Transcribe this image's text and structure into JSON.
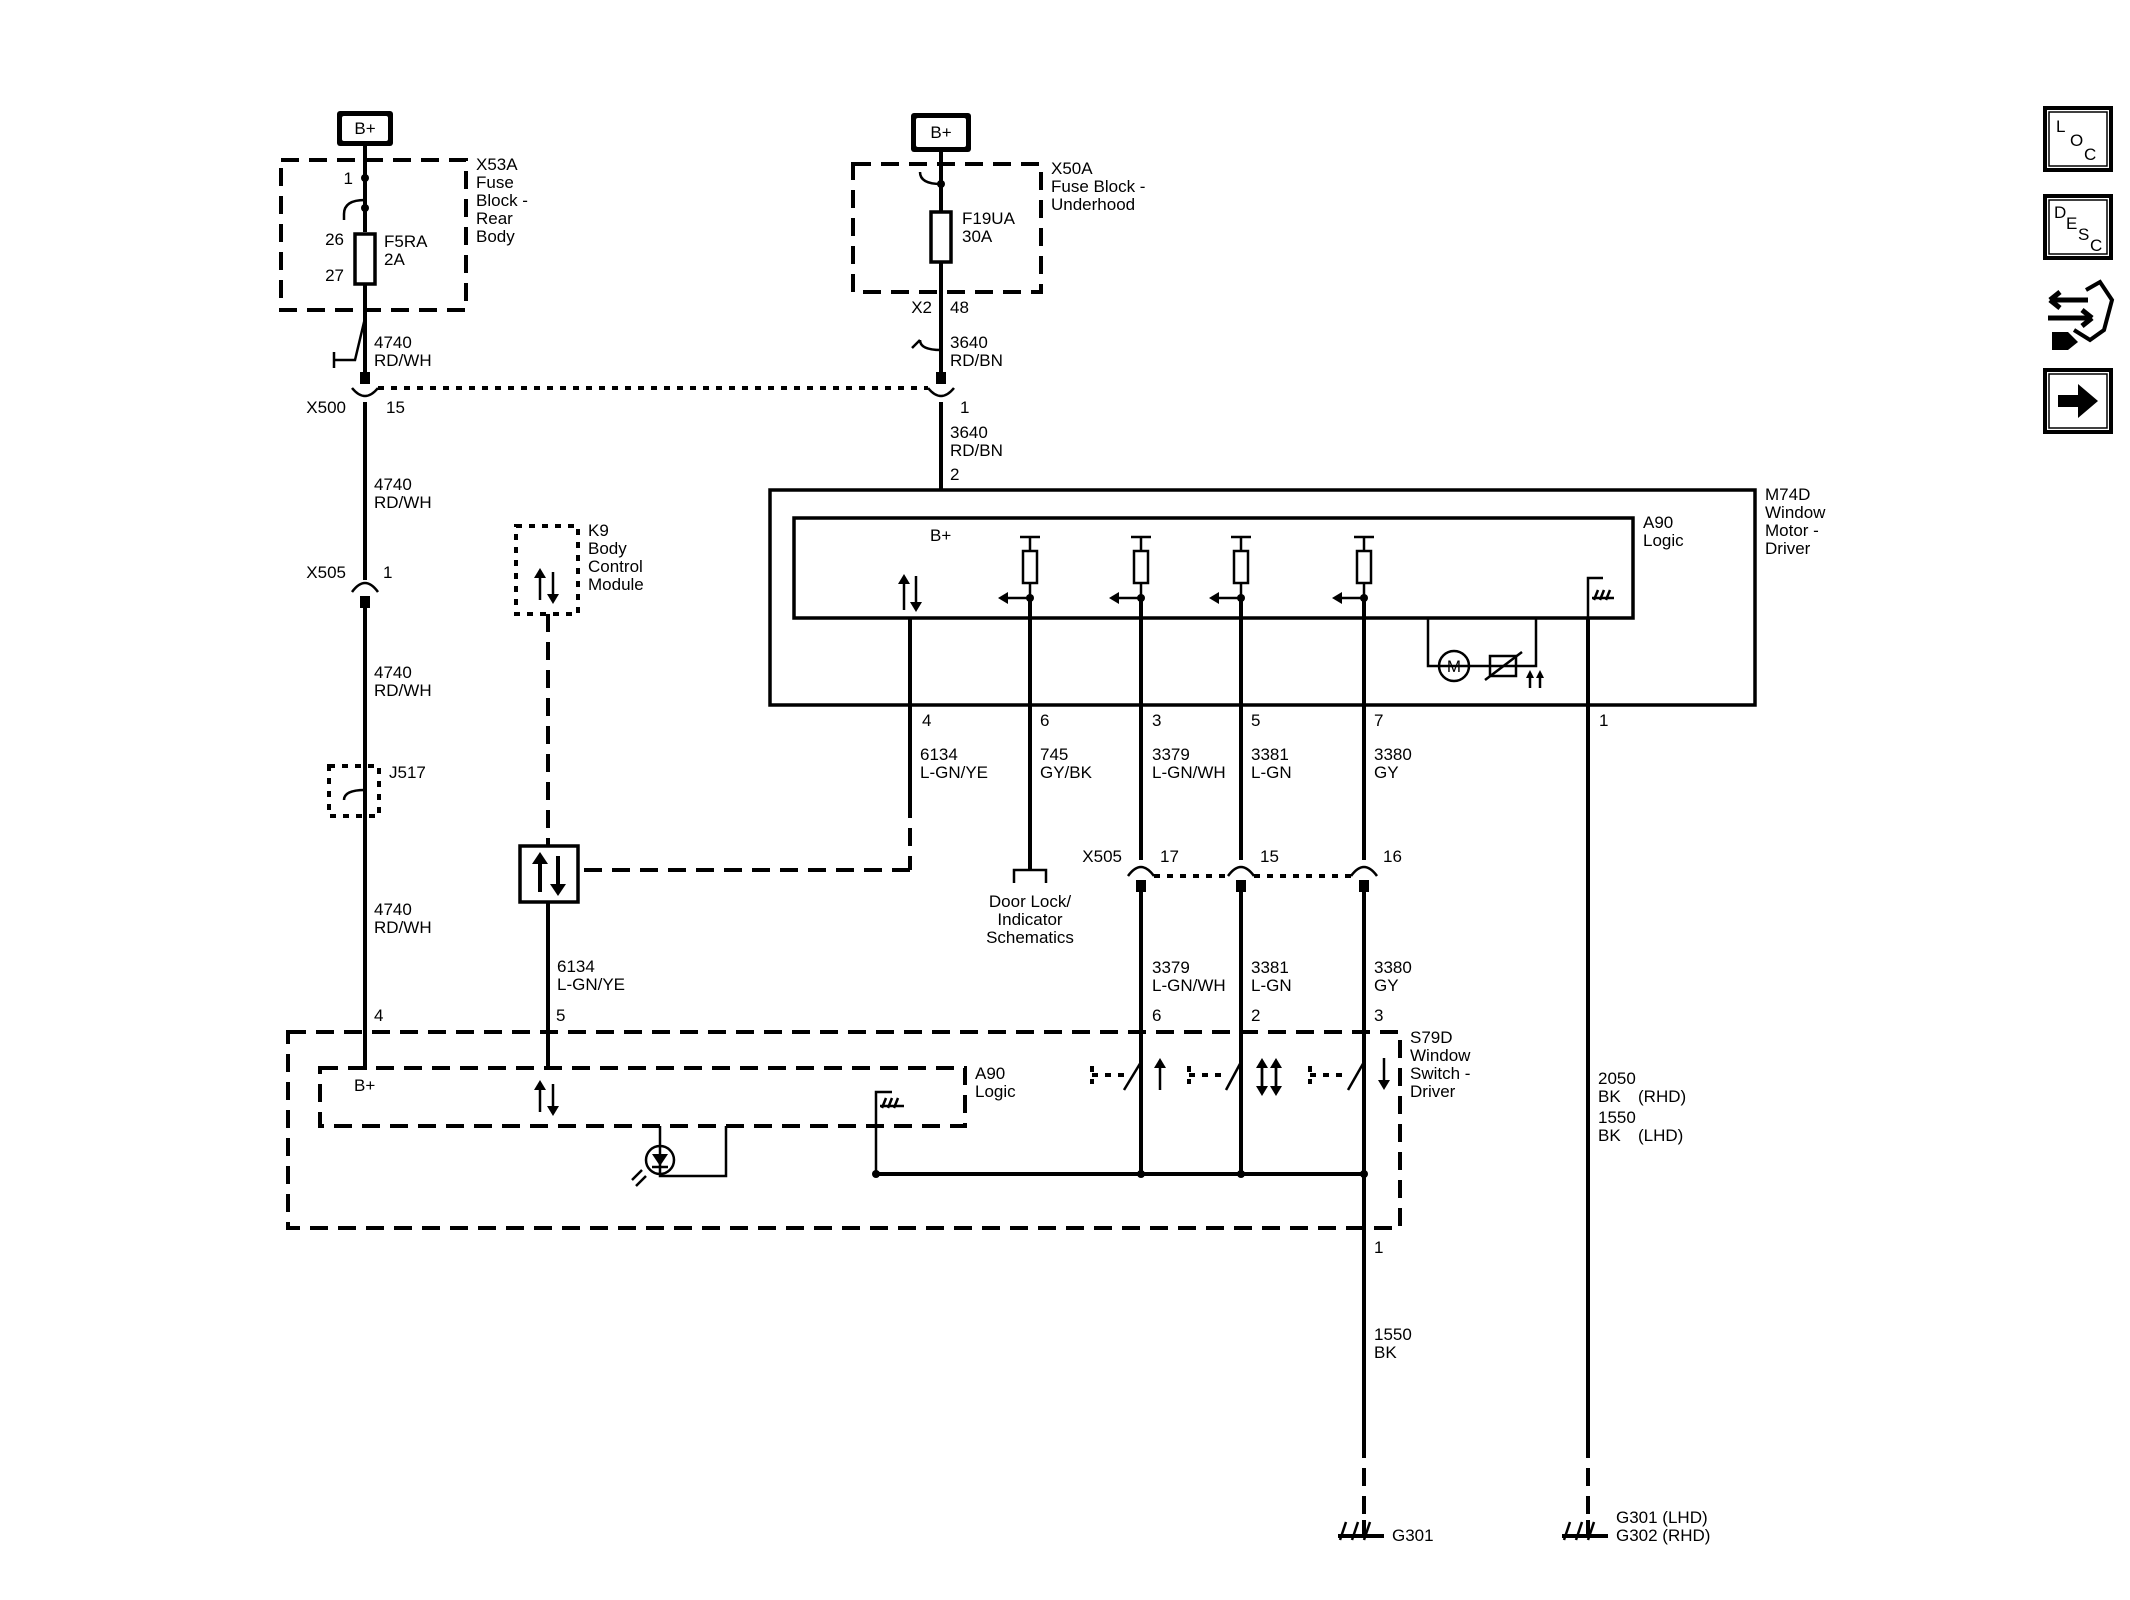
{
  "power": {
    "bplus_1": "B+",
    "bplus_2": "B+"
  },
  "fuse_rear": {
    "id": "X53A",
    "name_lines": [
      "Fuse",
      "Block -",
      "Rear",
      "Body"
    ],
    "pin_in": "1",
    "pin_a": "26",
    "pin_b": "27",
    "fuse": "F5RA",
    "rating": "2A"
  },
  "fuse_underhood": {
    "id": "X50A",
    "name_lines": [
      "Fuse Block -",
      "Underhood"
    ],
    "fuse": "F19UA",
    "rating": "30A",
    "conn": "X2",
    "pin": "48"
  },
  "wires": {
    "w4740_a": [
      "4740",
      "RD/WH"
    ],
    "w4740_b": [
      "4740",
      "RD/WH"
    ],
    "w4740_c": [
      "4740",
      "RD/WH"
    ],
    "w4740_d": [
      "4740",
      "RD/WH"
    ],
    "w3640_a": [
      "3640",
      "RD/BN"
    ],
    "w3640_b": [
      "3640",
      "RD/BN"
    ],
    "w6134_a": [
      "6134",
      "L-GN/YE"
    ],
    "w6134_b": [
      "6134",
      "L-GN/YE"
    ],
    "w745": [
      "745",
      "GY/BK"
    ],
    "w3379_a": [
      "3379",
      "L-GN/WH"
    ],
    "w3381_a": [
      "3381",
      "L-GN"
    ],
    "w3380_a": [
      "3380",
      "GY"
    ],
    "w3379_b": [
      "3379",
      "L-GN/WH"
    ],
    "w3381_b": [
      "3381",
      "L-GN"
    ],
    "w3380_b": [
      "3380",
      "GY"
    ],
    "w1550": [
      "1550",
      "BK"
    ],
    "w2050_rhd": [
      "2050",
      "BK",
      "(RHD)"
    ],
    "w1550_lhd": [
      "1550",
      "BK",
      "(LHD)"
    ]
  },
  "connectors": {
    "x500": "X500",
    "x500_pin_a": "15",
    "x500_pin_b": "1",
    "x505_top": "X505",
    "x505_top_pin": "1",
    "x505_mid": "X505",
    "x505_pins": [
      "17",
      "15",
      "16"
    ],
    "j517": "J517"
  },
  "bcm": {
    "id": "K9",
    "name_lines": [
      "Body",
      "Control",
      "Module"
    ]
  },
  "motor": {
    "id": "M74D",
    "name_lines": [
      "Window",
      "Motor -",
      "Driver"
    ],
    "logic_id": "A90",
    "logic_label": "Logic",
    "bplus": "B+",
    "pin_top": "2",
    "pins": [
      "4",
      "6",
      "3",
      "5",
      "7",
      "1"
    ],
    "motor_symbol": "M"
  },
  "switch": {
    "id": "S79D",
    "name_lines": [
      "Window",
      "Switch -",
      "Driver"
    ],
    "logic_id": "A90",
    "logic_label": "Logic",
    "bplus": "B+",
    "pins_top": [
      "4",
      "5",
      "6",
      "2",
      "3"
    ],
    "pin_bottom": "1"
  },
  "door_lock": [
    "Door Lock/",
    "Indicator",
    "Schematics"
  ],
  "grounds": {
    "g1": [
      "G301"
    ],
    "g2": [
      "G301 (LHD)",
      "G302 (RHD)"
    ]
  },
  "nav": {
    "loc": [
      "L",
      "O",
      "C"
    ],
    "desc": [
      "D",
      "E",
      "S",
      "C"
    ]
  }
}
